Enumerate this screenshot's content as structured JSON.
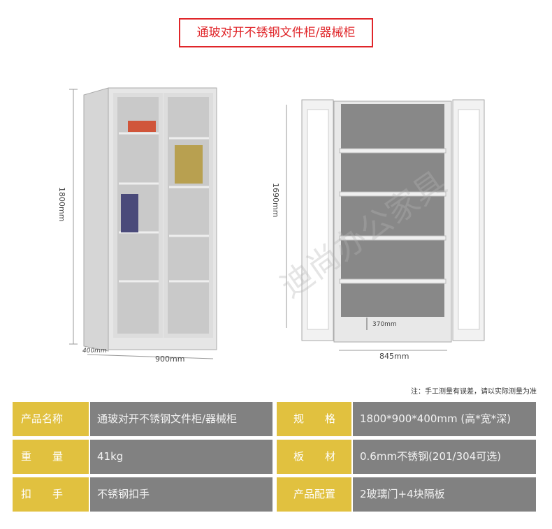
{
  "title": "通玻对开不锈钢文件柜/器械柜",
  "dimensions": {
    "height_left": "1800mm",
    "width_left": "900mm",
    "depth_left": "400mm",
    "height_right": "1690mm",
    "width_right": "845mm",
    "bottom_space": "370mm"
  },
  "note": "注：手工测量有误差，请以实际测量为准",
  "specs": [
    {
      "label": "产品名称",
      "value": "通玻对开不锈钢文件柜/器械柜"
    },
    {
      "label": "规　　格",
      "value": "1800*900*400mm (高*宽*深)"
    },
    {
      "label": "重　　量",
      "value": "41kg"
    },
    {
      "label": "板　　材",
      "value": "0.6mm不锈钢(201/304可选)"
    },
    {
      "label": "扣　　手",
      "value": "不锈钢扣手"
    },
    {
      "label": "产品配置",
      "value": "2玻璃门+4块隔板"
    }
  ],
  "watermark": "迪尚办公家具",
  "colors": {
    "accent": "#e0262a",
    "label_bg": "#e1c13f",
    "value_bg": "#818181"
  }
}
